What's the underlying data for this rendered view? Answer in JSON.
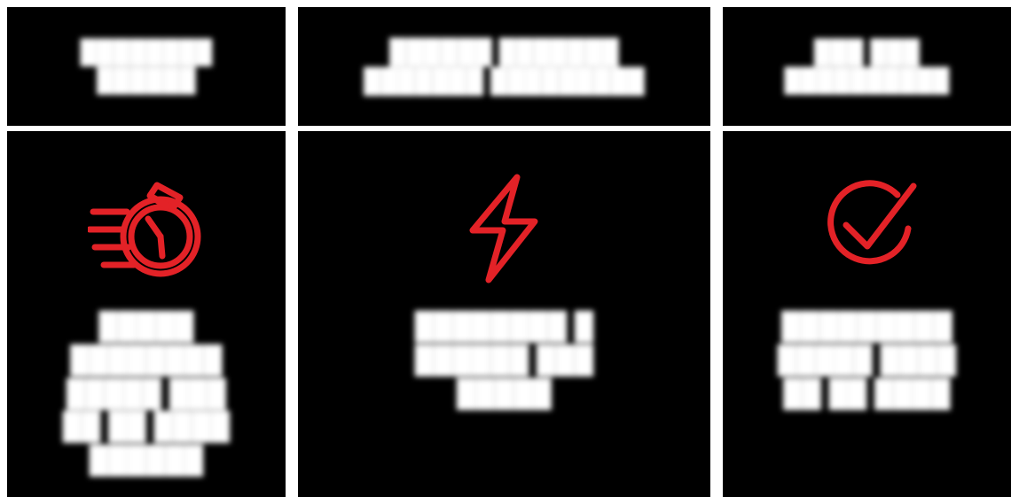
{
  "layout": {
    "columns": 3,
    "rows": 2,
    "background_color": "#ffffff",
    "card_color": "#000000",
    "text_color": "#ffffff",
    "accent_color": "#e32227",
    "text_rendering": "redacted"
  },
  "columns": [
    {
      "id": "column-1",
      "header": {
        "line1": "████████",
        "line2": "██████"
      },
      "icon": {
        "name": "stopwatch-icon",
        "color": "#e32227"
      },
      "body": {
        "line1": "█████",
        "line2": "████████",
        "line3": "█████ ███",
        "line4": "██ ██ ████",
        "line5": "██████"
      }
    },
    {
      "id": "column-2",
      "header": {
        "line1": "██████ ███████",
        "line2": "███████ █████████"
      },
      "icon": {
        "name": "lightning-bolt-icon",
        "color": "#e32227"
      },
      "body": {
        "line1": "████████ █",
        "line2": "██████ ███",
        "line3": "█████",
        "line4": "",
        "line5": ""
      }
    },
    {
      "id": "column-3",
      "header": {
        "line1": "███ ███",
        "line2": "██████████"
      },
      "icon": {
        "name": "check-circle-icon",
        "color": "#e32227"
      },
      "body": {
        "line1": "█████████",
        "line2": "█████ ████",
        "line3": "██ ██ ████",
        "line4": "",
        "line5": ""
      }
    }
  ]
}
